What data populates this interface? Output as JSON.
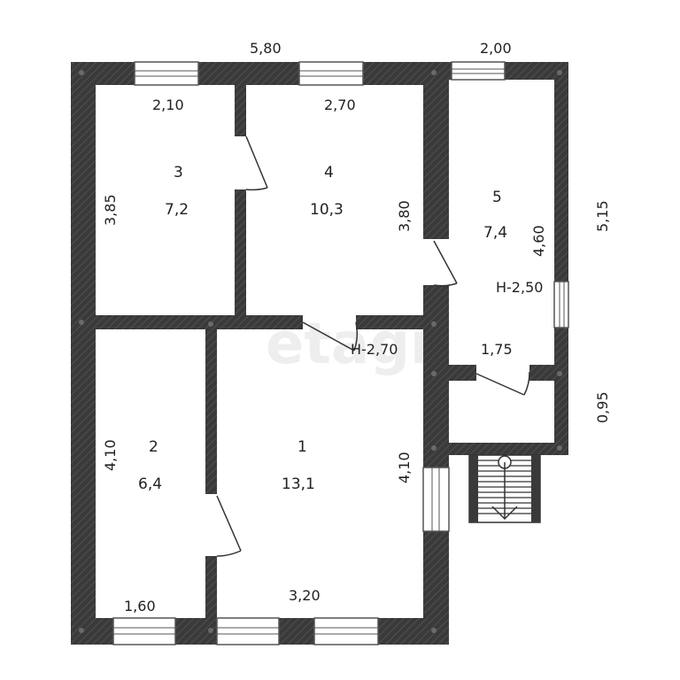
{
  "colors": {
    "wall": "#3a3a3a",
    "hatch": "#4a4a4a",
    "window_frame": "#555555",
    "floor": "#ffffff",
    "text": "#222222"
  },
  "dimensions": {
    "top_total": "5,80",
    "top_right": "2,00",
    "room3_width": "2,10",
    "room3_height": "3,85",
    "room4_width": "2,70",
    "room4_height": "3,80",
    "room5_height": "4,60",
    "right_total": "5,15",
    "height_room5": "H-2,50",
    "height_center": "H-2,70",
    "porch_width": "1,75",
    "porch_height": "0,95",
    "room2_height": "4,10",
    "room1_height": "4,10",
    "room2_width": "1,60",
    "room1_width": "3,20"
  },
  "rooms": [
    {
      "number": "3",
      "area": "7,2"
    },
    {
      "number": "4",
      "area": "10,3"
    },
    {
      "number": "5",
      "area": "7,4"
    },
    {
      "number": "2",
      "area": "6,4"
    },
    {
      "number": "1",
      "area": "13,1"
    }
  ],
  "watermark": "etagi"
}
